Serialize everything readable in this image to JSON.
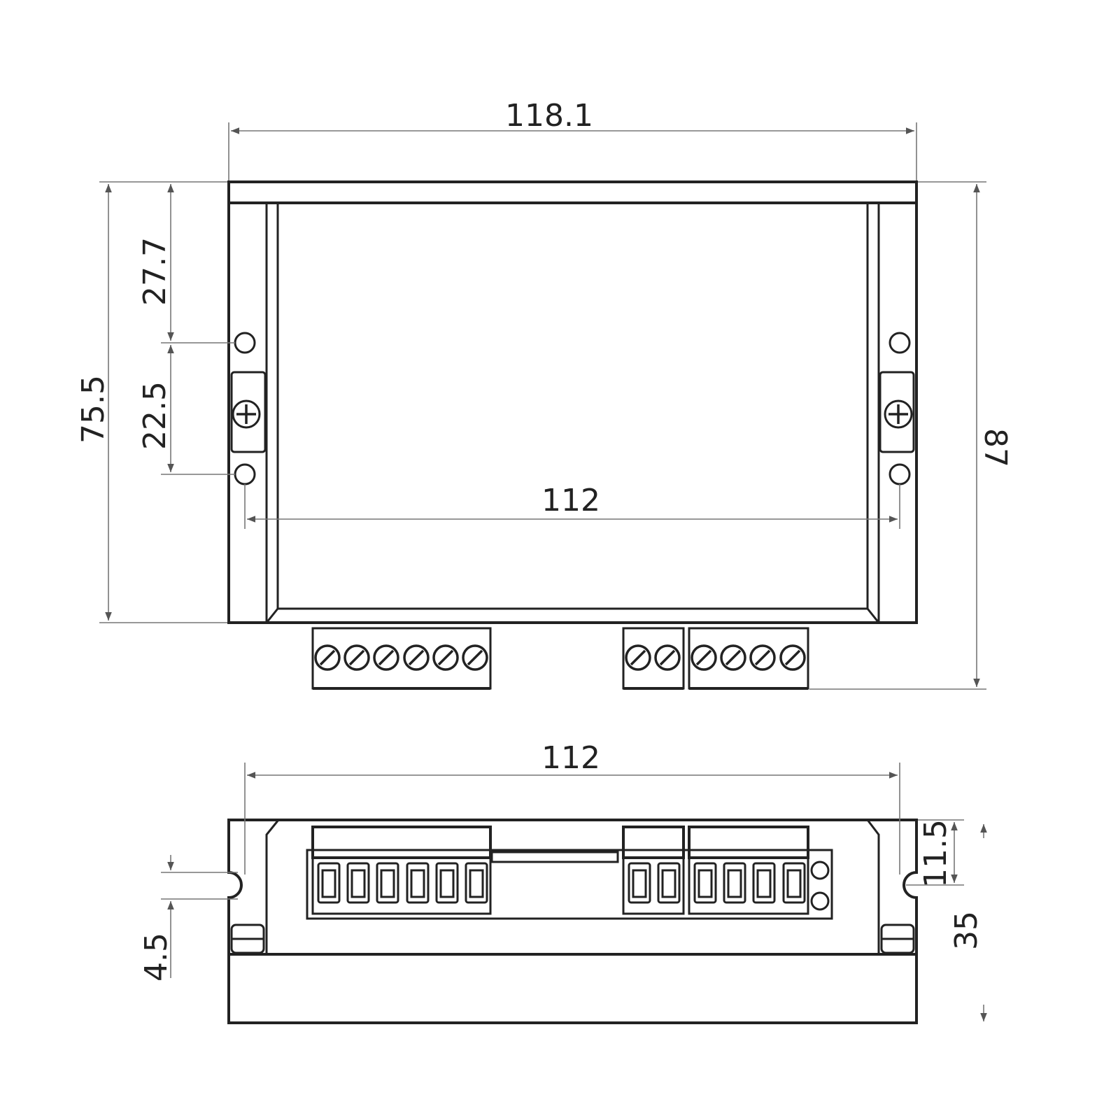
{
  "top_view": {
    "overall_width": "118.1",
    "overall_height": "87",
    "housing_height": "75.5",
    "hole_top_offset": "27.7",
    "hole_spacing": "22.5",
    "hole_pitch": "112"
  },
  "front_view": {
    "hole_pitch": "112",
    "slot_offset": "11.5",
    "overall_height": "35",
    "slot_width": "4.5"
  },
  "colors": {
    "line": "#222222",
    "dimension": "#777777"
  }
}
